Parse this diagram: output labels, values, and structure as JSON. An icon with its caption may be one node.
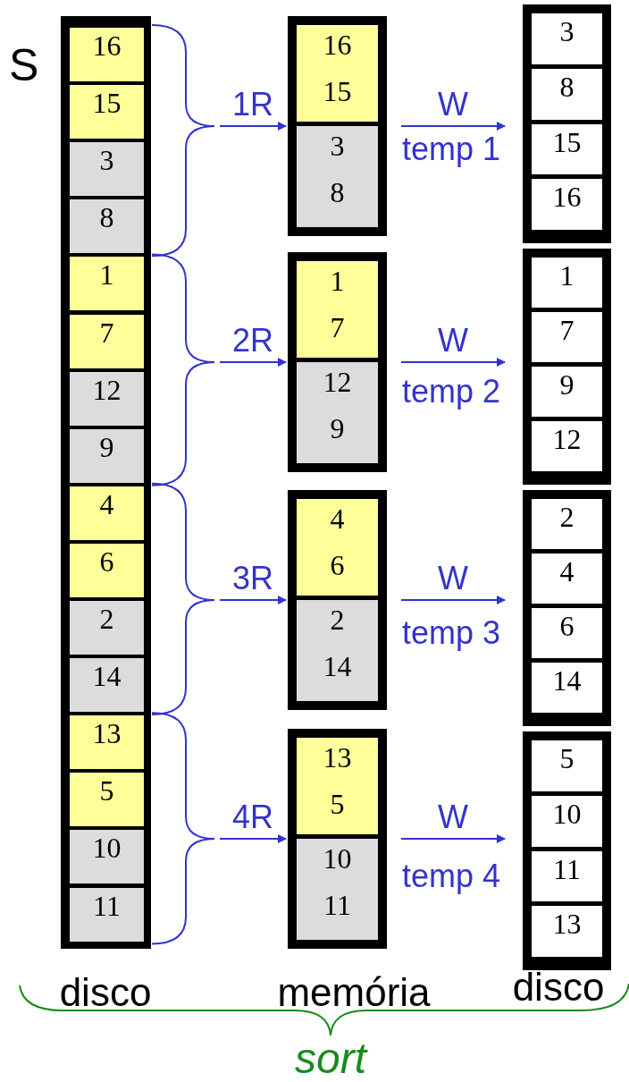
{
  "diagram": {
    "nodes": [
      {
        "text": [
          "S"
        ]
      },
      {
        "text": [
          "16"
        ],
        "in": 0
      },
      {
        "text": [
          "15"
        ],
        "in": 0
      },
      {
        "text": [
          "3"
        ],
        "in": 0
      },
      {
        "text": [
          "8"
        ],
        "in": 0
      },
      {
        "text": [
          "1"
        ],
        "in": 0
      },
      {
        "text": [
          "7"
        ],
        "in": 0
      },
      {
        "text": [
          "12"
        ],
        "in": 0
      },
      {
        "text": [
          "9"
        ],
        "in": 0
      },
      {
        "text": [
          "4"
        ],
        "in": 0
      },
      {
        "text": [
          "6"
        ],
        "in": 0
      },
      {
        "text": [
          "2"
        ],
        "in": 0
      },
      {
        "text": [
          "14"
        ],
        "in": 0
      },
      {
        "text": [
          "13"
        ],
        "in": 0
      },
      {
        "text": [
          "5"
        ],
        "in": 0
      },
      {
        "text": [
          "10"
        ],
        "in": 0
      },
      {
        "text": [
          "11"
        ],
        "in": 0
      },
      {
        "text": [],
        "shape": "box"
      },
      {
        "text": [
          "16",
          "15"
        ],
        "in": 17
      },
      {
        "text": [
          "3",
          "8"
        ],
        "in": 17
      },
      {
        "text": [],
        "shape": "box"
      },
      {
        "text": [
          "1",
          "7"
        ],
        "in": 20
      },
      {
        "text": [
          "12",
          "9"
        ],
        "in": 20
      },
      {
        "text": [],
        "shape": "box"
      },
      {
        "text": [
          "4",
          "6"
        ],
        "in": 23
      },
      {
        "text": [
          "2",
          "14"
        ],
        "in": 23
      },
      {
        "text": [],
        "shape": "box"
      },
      {
        "text": [
          "13",
          "5"
        ],
        "in": 26
      },
      {
        "text": [
          "10",
          "11"
        ],
        "in": 26
      },
      {
        "text": [],
        "shape": "box",
        "beside": [
          "temp 1"
        ]
      },
      {
        "text": [
          "3"
        ],
        "in": 29
      },
      {
        "text": [
          "8"
        ],
        "in": 29
      },
      {
        "text": [
          "15"
        ],
        "in": 29
      },
      {
        "text": [
          "16"
        ],
        "in": 29
      },
      {
        "text": [],
        "shape": "box",
        "beside": [
          "temp 2"
        ]
      },
      {
        "text": [
          "1"
        ],
        "in": 34
      },
      {
        "text": [
          "7"
        ],
        "in": 34
      },
      {
        "text": [
          "9"
        ],
        "in": 34
      },
      {
        "text": [
          "12"
        ],
        "in": 34
      },
      {
        "text": [],
        "shape": "box",
        "beside": [
          "temp 3"
        ]
      },
      {
        "text": [
          "2"
        ],
        "in": 39
      },
      {
        "text": [
          "4"
        ],
        "in": 39
      },
      {
        "text": [
          "6"
        ],
        "in": 39
      },
      {
        "text": [
          "14"
        ],
        "in": 39
      },
      {
        "text": [],
        "shape": "box",
        "beside": [
          "temp 4"
        ]
      },
      {
        "text": [
          "5"
        ],
        "in": 44
      },
      {
        "text": [
          "10"
        ],
        "in": 44
      },
      {
        "text": [
          "11"
        ],
        "in": 44
      },
      {
        "text": [
          "13"
        ],
        "in": 44
      }
    ],
    "edges": [
      {
        "from": 0,
        "to": 17,
        "arrow": "to",
        "label": "1R"
      },
      {
        "from": 17,
        "to": 29,
        "arrow": "to",
        "label": "W"
      },
      {
        "from": 0,
        "to": 20,
        "arrow": "to",
        "label": "2R"
      },
      {
        "from": 20,
        "to": 34,
        "arrow": "to",
        "label": "W"
      },
      {
        "from": 0,
        "to": 23,
        "arrow": "to",
        "label": "3R"
      },
      {
        "from": 23,
        "to": 39,
        "arrow": "to",
        "label": "W"
      },
      {
        "from": 0,
        "to": 26,
        "arrow": "to",
        "label": "4R"
      },
      {
        "from": 26,
        "to": 44,
        "arrow": "to",
        "label": "W"
      }
    ],
    "labels": [
      "disco",
      "memória",
      "disco",
      "sort"
    ]
  }
}
